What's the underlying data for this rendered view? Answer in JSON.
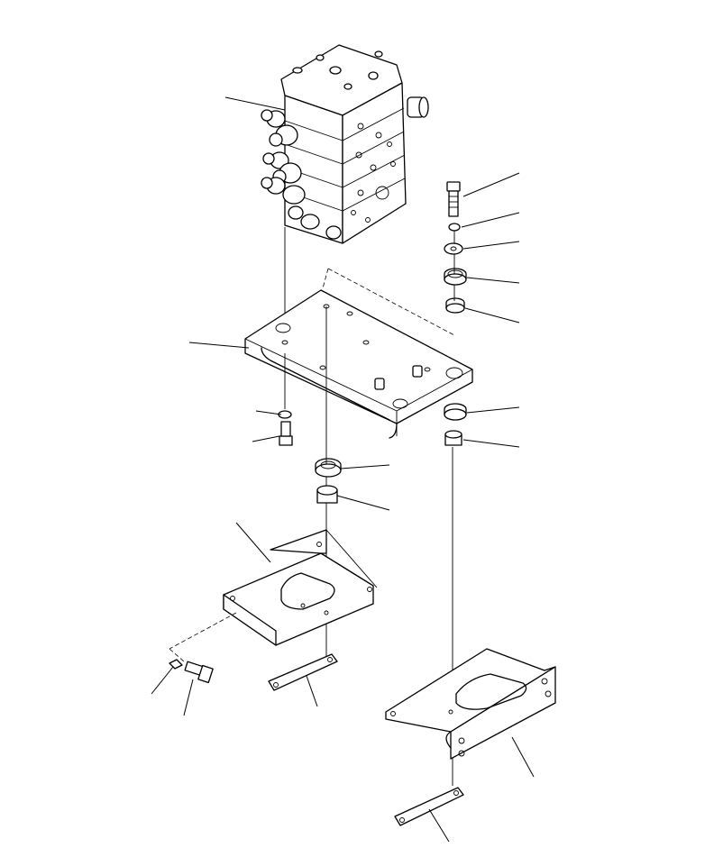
{
  "diagram": {
    "type": "exploded-parts-view",
    "labels_printed": false,
    "parts": [
      {
        "name": "control-valve-assembly"
      },
      {
        "name": "valve-mounting-plate"
      },
      {
        "name": "left-bracket"
      },
      {
        "name": "right-bracket"
      },
      {
        "name": "bolt-upper-right"
      },
      {
        "name": "washer-upper-right"
      },
      {
        "name": "plate-washer"
      },
      {
        "name": "rubber-mount-upper"
      },
      {
        "name": "rubber-mount-collar"
      },
      {
        "name": "rubber-mount-lower-right"
      },
      {
        "name": "collar-lower-right"
      },
      {
        "name": "washer-left"
      },
      {
        "name": "bolt-left"
      },
      {
        "name": "rubber-mount-center"
      },
      {
        "name": "collar-center"
      },
      {
        "name": "washer-bracket"
      },
      {
        "name": "bolt-bracket"
      },
      {
        "name": "strap-left"
      },
      {
        "name": "strap-right"
      }
    ]
  }
}
